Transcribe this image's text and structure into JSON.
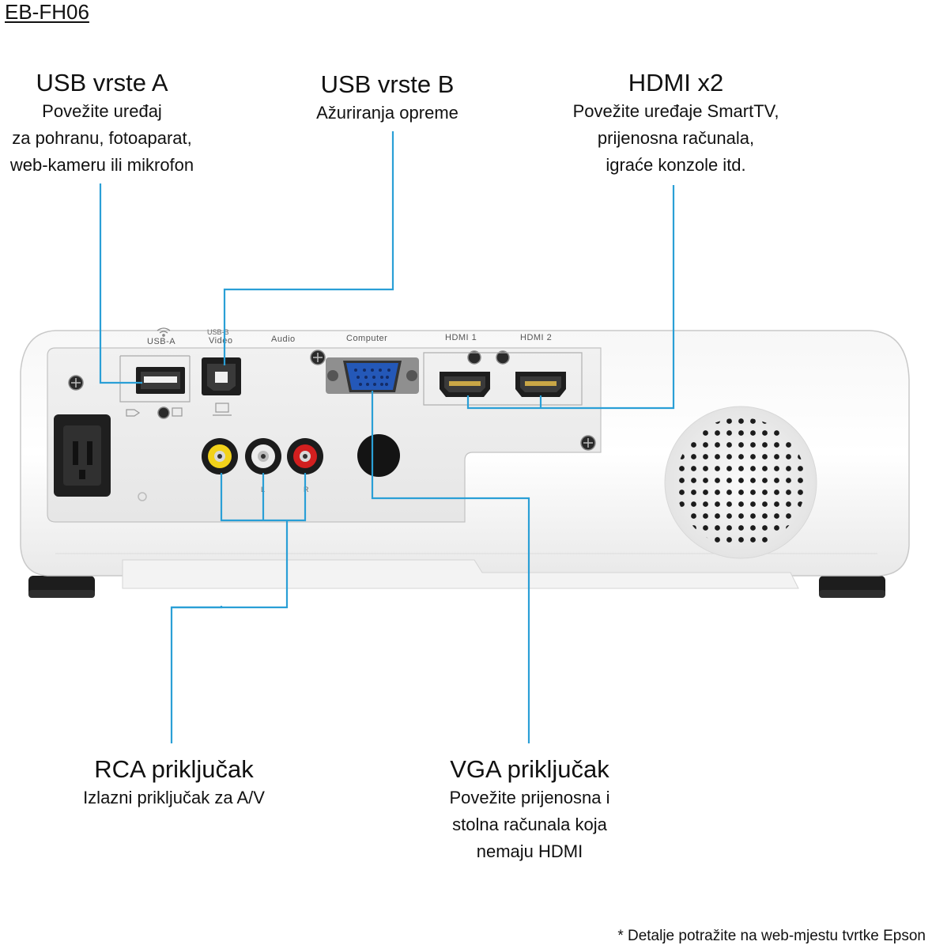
{
  "model": "EB-FH06",
  "callouts": {
    "usb_a": {
      "title": "USB vrste A",
      "description": "Povežite uređaj\nza pohranu, fotoaparat,\nweb-kameru ili mikrofon"
    },
    "usb_b": {
      "title": "USB vrste B",
      "description": "Ažuriranja opreme"
    },
    "hdmi": {
      "title": "HDMI x2",
      "description": "Povežite uređaje SmartTV,\nprijenosna računala,\nigraće konzole itd."
    },
    "rca": {
      "title": "RCA priključak",
      "description": "Izlazni priključak za A/V"
    },
    "vga": {
      "title": "VGA priključak",
      "description": "Povežite prijenosna i\nstolna računala koja\nnemaju HDMI"
    }
  },
  "panel_labels": {
    "usb_a": "USB-A",
    "usb_b_top": "USB-B",
    "video": "Video",
    "audio": "Audio",
    "computer": "Computer",
    "hdmi1": "HDMI 1",
    "hdmi2": "HDMI 2",
    "audio_l": "L",
    "audio_r": "R"
  },
  "footnote": "* Detalje potražite na web-mjestu tvrtke Epson",
  "colors": {
    "leader_line": "#2a9fd6",
    "vga_blue": "#2458b8",
    "rca_yellow": "#f2d21a",
    "rca_red": "#d21f1f"
  }
}
